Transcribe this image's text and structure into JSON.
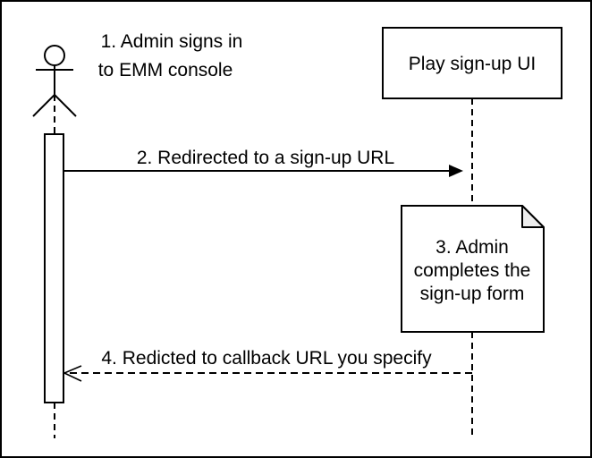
{
  "diagram": {
    "colors": {
      "stroke": "#000000",
      "background": "#ffffff",
      "shape_fill": "#ffffff",
      "note_fold": "#eeeeee"
    },
    "actor": {
      "label_line1": "1. Admin signs in",
      "label_line2": "to EMM console"
    },
    "participant": {
      "label": "Play sign-up UI"
    },
    "messages": {
      "redirect": {
        "label": "2. Redirected to a sign-up URL"
      },
      "callback": {
        "label": "4. Redicted to callback URL you specify"
      }
    },
    "note": {
      "line1": "3. Admin",
      "line2": "completes the",
      "line3": "sign-up form"
    }
  }
}
